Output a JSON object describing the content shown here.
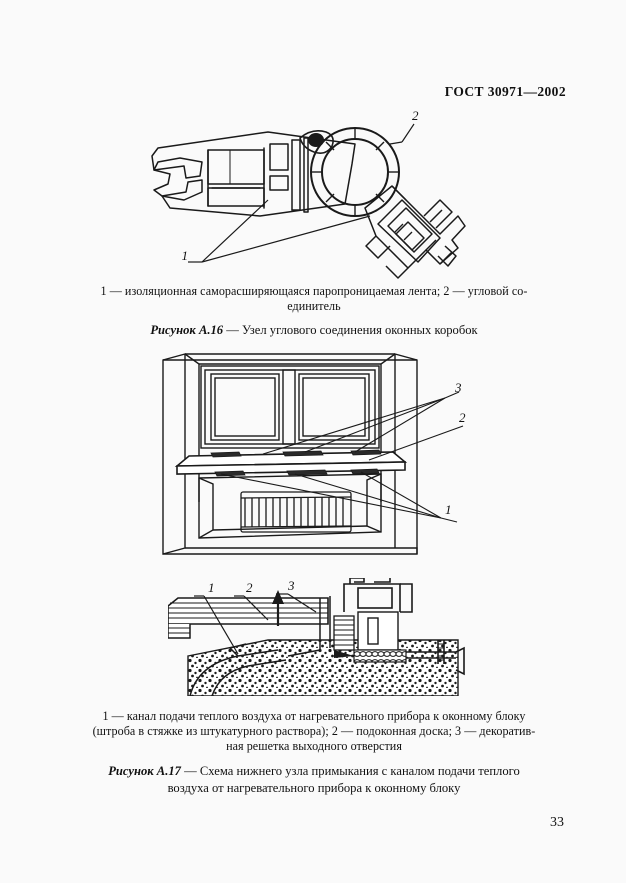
{
  "document": {
    "standard_header": "ГОСТ 30971—2002",
    "page_number": "33"
  },
  "figure_a16": {
    "legend_line1": "1 — изоляционная саморасширяющаяся паропроницаемая лента; 2 — угловой со-",
    "legend_line2": "единитель",
    "caption_number": "Рисунок А.16",
    "caption_dash": " — ",
    "caption_text": "Узел углового соединения оконных коробок",
    "labels": [
      "1",
      "2"
    ]
  },
  "figure_a17": {
    "legend_line1": "1 — канал подачи теплого воздуха от нагревательного прибора к оконному блоку",
    "legend_line2": "(штроба в стяжке из штукатурного раствора); 2 — подоконная доска; 3 — декоратив-",
    "legend_line3": "ная решетка выходного отверстия",
    "caption_number": "Рисунок А.17",
    "caption_dash": " — ",
    "caption_line1": "Схема нижнего узла примыкания с каналом подачи теплого",
    "caption_line2": "воздуха от нагревательного прибора к оконному блоку",
    "upper_labels": [
      "3",
      "2",
      "1"
    ],
    "lower_labels": [
      "1",
      "2",
      "3"
    ]
  },
  "colors": {
    "page_background": "#fafafa",
    "ink": "#111111",
    "drawing_line": "#1a1a1a"
  }
}
